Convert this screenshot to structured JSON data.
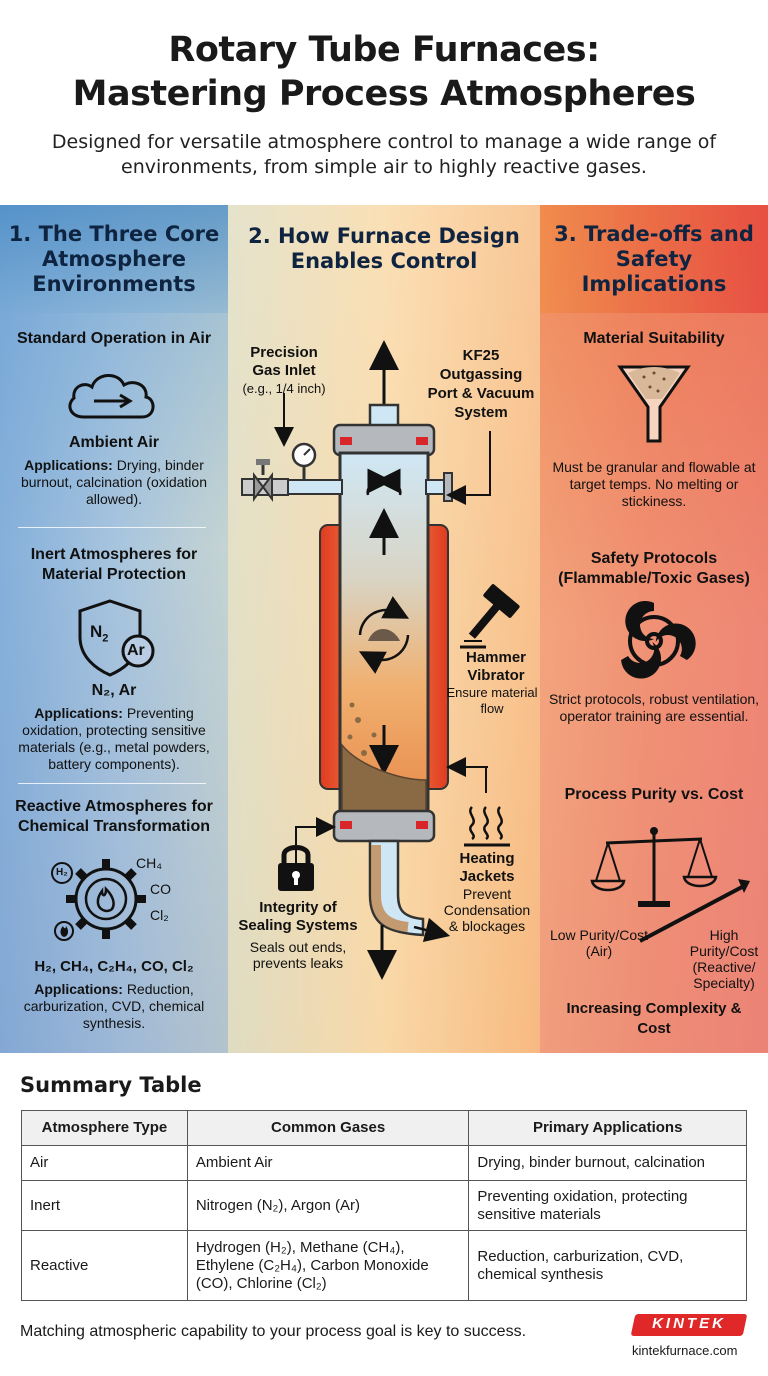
{
  "header": {
    "title_line1": "Rotary Tube Furnaces:",
    "title_line2": "Mastering Process Atmospheres",
    "subtitle": "Designed for versatile atmosphere control to manage a wide range of environments, from simple air to highly reactive gases."
  },
  "columns": {
    "left": {
      "heading": "1. The Three Core Atmosphere Environments",
      "sections": [
        {
          "title": "Standard Operation in Air",
          "icon": "cloud-arrow-icon",
          "gas": "Ambient Air",
          "app_label": "Applications:",
          "app_text": "Drying, binder burnout, calcination (oxidation allowed)."
        },
        {
          "title": "Inert Atmospheres for Material Protection",
          "icon": "shield-gas-icon",
          "icon_text1": "N",
          "icon_text1_sub": "2",
          "icon_text2": "Ar",
          "gas": "N₂, Ar",
          "app_label": "Applications:",
          "app_text": "Preventing oxidation, protecting sensitive materials (e.g., metal powders, battery components)."
        },
        {
          "title": "Reactive Atmospheres for Chemical Transformation",
          "icon": "gear-flame-icon",
          "icon_gases": [
            "CH₄",
            "CO",
            "Cl₂"
          ],
          "icon_h2": "H₂",
          "gas": "H₂, CH₄, C₂H₄, CO, Cl₂",
          "app_label": "Applications:",
          "app_text": "Reduction, carburization, CVD, chemical synthesis."
        }
      ]
    },
    "middle": {
      "heading": "2. How Furnace Design Enables Control",
      "labels": {
        "gas_inlet_title": "Precision Gas Inlet",
        "gas_inlet_sub": "(e.g., 1/4 inch)",
        "kf25_title": "KF25 Outgassing Port & Vacuum System",
        "hammer_title": "Hammer Vibrator",
        "hammer_sub": "Ensure material flow",
        "sealing_title": "Integrity of Sealing Systems",
        "sealing_sub": "Seals out ends, prevents leaks",
        "heating_title": "Heating Jackets",
        "heating_sub": "Prevent Condensation & blockages"
      }
    },
    "right": {
      "heading": "3. Trade-offs and Safety Implications",
      "sections": [
        {
          "title": "Material Suitability",
          "icon": "funnel-icon",
          "text": "Must be granular and flowable at target temps. No melting or stickiness."
        },
        {
          "title": "Safety Protocols (Flammable/Toxic Gases)",
          "icon": "biohazard-icon",
          "text": "Strict protocols, robust ventilation, operator training are essential."
        },
        {
          "title": "Process Purity vs. Cost",
          "icon": "balance-scale-icon",
          "low_label": "Low Purity/Cost (Air)",
          "high_label": "High Purity/Cost (Reactive/ Specialty)",
          "bottom": "Increasing Complexity & Cost"
        }
      ]
    }
  },
  "summary": {
    "title": "Summary Table",
    "headers": [
      "Atmosphere Type",
      "Common Gases",
      "Primary Applications"
    ],
    "rows": [
      [
        "Air",
        "Ambient Air",
        "Drying, binder burnout, calcination"
      ],
      [
        "Inert",
        "Nitrogen (N₂), Argon (Ar)",
        "Preventing oxidation, protecting sensitive materials"
      ],
      [
        "Reactive",
        "Hydrogen (H₂), Methane (CH₄), Ethylene (C₂H₄), Carbon Monoxide (CO), Chlorine (Cl₂)",
        "Reduction, carburization, CVD, chemical synthesis"
      ]
    ],
    "footer": "Matching atmospheric capability to your process goal is key to success.",
    "logo": "KINTEK",
    "url": "kintekfurnace.com"
  },
  "colors": {
    "accent_red": "#e02828",
    "furnace_hot": "#e8452b",
    "navy_text": "#0f2440"
  }
}
